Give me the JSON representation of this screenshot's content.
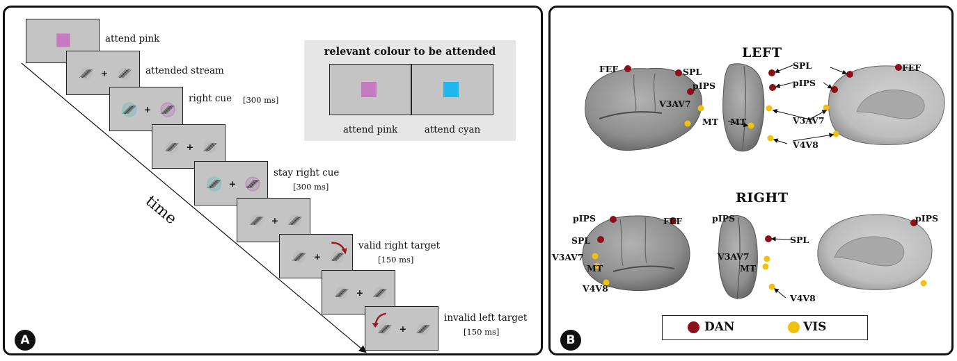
{
  "panel_a": {
    "badge": "A",
    "time_label": "time",
    "frames": [
      {
        "label": "attend pink",
        "duration": ""
      },
      {
        "label": "attended stream",
        "duration": ""
      },
      {
        "label": "right cue",
        "duration": "[300 ms]"
      },
      {
        "label": "",
        "duration": ""
      },
      {
        "label": "stay right cue",
        "duration": "[300 ms]"
      },
      {
        "label": "",
        "duration": ""
      },
      {
        "label": "valid right target",
        "duration": "[150 ms]"
      },
      {
        "label": "",
        "duration": ""
      },
      {
        "label": "invalid left target",
        "duration": "[150 ms]"
      }
    ],
    "colour_box": {
      "title": "relevant colour to be attended",
      "left_caption": "attend pink",
      "right_caption": "attend cyan",
      "pink": "#c57ac2",
      "cyan": "#1fb8ec"
    },
    "colors": {
      "cue_pink": "#c06cc0",
      "cue_cyan": "#5cc6c4",
      "arrow_red": "#9b1c1c"
    }
  },
  "panel_b": {
    "badge": "B",
    "left_title": "LEFT",
    "right_title": "RIGHT",
    "roi": {
      "left_lateral": [
        "FEF",
        "SPL",
        "pIPS",
        "V3AV7",
        "MT"
      ],
      "left_posterior": [
        "SPL",
        "pIPS",
        "MT",
        "V3AV7",
        "V4V8"
      ],
      "left_medial": [
        "FEF"
      ],
      "right_lateral": [
        "pIPS",
        "FEF",
        "SPL",
        "V3AV7",
        "MT",
        "V4V8"
      ],
      "right_posterior": [
        "pIPS",
        "SPL",
        "V3AV7",
        "MT",
        "V4V8"
      ],
      "right_medial": [
        "pIPS"
      ]
    },
    "legend": [
      {
        "label": "DAN",
        "color": "#8c1018"
      },
      {
        "label": "VIS",
        "color": "#f2c10e"
      }
    ]
  }
}
